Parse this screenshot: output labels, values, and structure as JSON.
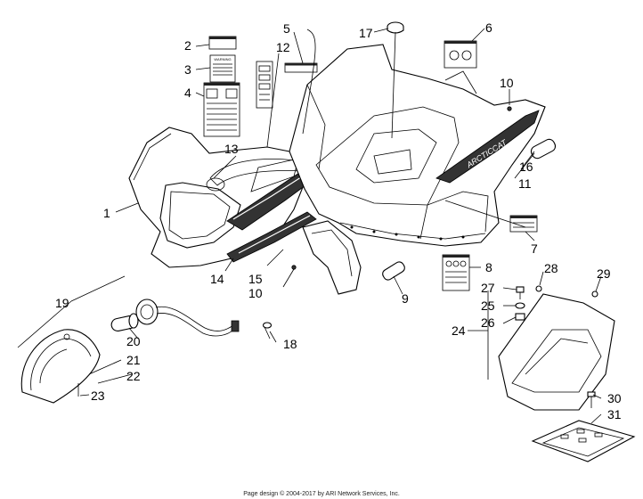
{
  "callouts": {
    "c1": "1",
    "c2": "2",
    "c3": "3",
    "c4": "4",
    "c5": "5",
    "c6": "6",
    "c7": "7",
    "c8": "8",
    "c9": "9",
    "c10a": "10",
    "c10b": "10",
    "c11": "11",
    "c12": "12",
    "c13": "13",
    "c14": "14",
    "c15": "15",
    "c16": "16",
    "c17": "17",
    "c18": "18",
    "c19": "19",
    "c20": "20",
    "c21": "21",
    "c22": "22",
    "c23": "23",
    "c24": "24",
    "c25": "25",
    "c26": "26",
    "c27": "27",
    "c28": "28",
    "c29": "29",
    "c30": "30",
    "c31": "31"
  },
  "decal_text": {
    "warning": "WARNING",
    "brand": "ARCTICCAT"
  },
  "footer": "Page design © 2004-2017 by ARI Network Services, Inc."
}
